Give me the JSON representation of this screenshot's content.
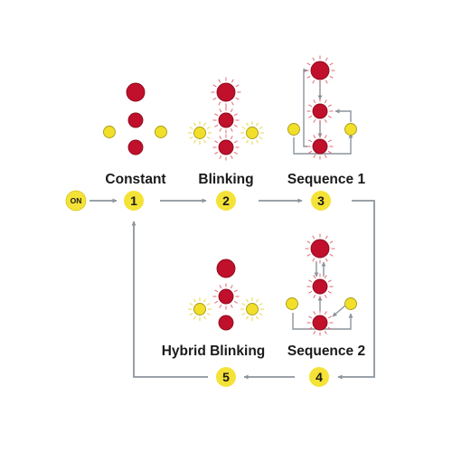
{
  "diagram": {
    "start_badge": "ON",
    "modes": [
      {
        "number": "1",
        "label": "Constant"
      },
      {
        "number": "2",
        "label": "Blinking"
      },
      {
        "number": "3",
        "label": "Sequence 1"
      },
      {
        "number": "4",
        "label": "Sequence 2"
      },
      {
        "number": "5",
        "label": "Hybrid Blinking"
      }
    ]
  },
  "colors": {
    "red_light": "#c0102b",
    "yellow_light": "#f1df2a",
    "badge": "#f4e236",
    "flow_line": "#8c949c",
    "label_text": "#1a1a1a"
  }
}
